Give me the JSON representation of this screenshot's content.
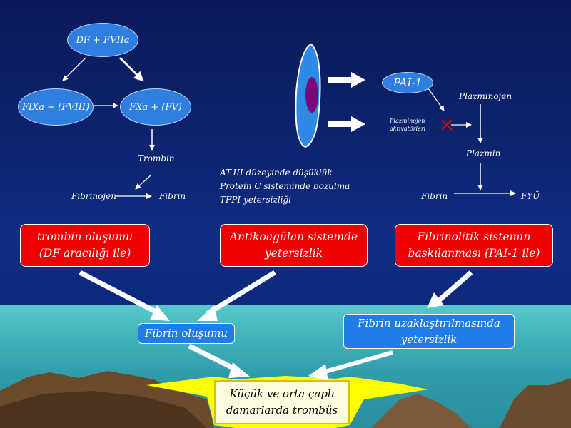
{
  "left_diagram": {
    "df_fviia": "DF + FVIIa",
    "fixa_fviii": "FIXa + (FVIII)",
    "fxa_fv": "FXa + (FV)",
    "trombin": "Trombin",
    "fibrinojen": "Fibrinojen",
    "fibrin": "Fibrin"
  },
  "center_notes": [
    "AT-III düzeyinde düşüklük",
    "Protein C sisteminde bozulma",
    "TFPI yetersizliği"
  ],
  "right_diagram": {
    "pai1": "PAI-1",
    "plazminojen": "Plazminojen",
    "aktivator_line1": "Plazminojen",
    "aktivator_line2": "aktivatörleri",
    "plazmin": "Plazmin",
    "fibrin": "Fibrin",
    "fyu": "FYÜ"
  },
  "red_boxes": [
    {
      "line1": "trombin oluşumu",
      "line2": "(DF aracılığı ile)"
    },
    {
      "line1": "Antikoagülan sistemde",
      "line2": "yetersizlik"
    },
    {
      "line1": "Fibrinolitik sistemin",
      "line2": "baskılanması (PAI-1 ile)"
    }
  ],
  "blue_boxes": {
    "fibrin_olusumu": "Fibrin oluşumu",
    "uzaklastirma_line1": "Fibrin uzaklaştırılmasında",
    "uzaklastirma_line2": "yetersizlik"
  },
  "result": {
    "line1": "Küçük ve orta çaplı",
    "line2": "damarlarda trombüs"
  },
  "colors": {
    "background_top": "#0b1a5c",
    "red_box": "#f00000",
    "blue_box": "#1f7ce8",
    "result_burst": "#ffff00",
    "sea": "#3fb0b9",
    "clot": "#7a0a7a"
  }
}
